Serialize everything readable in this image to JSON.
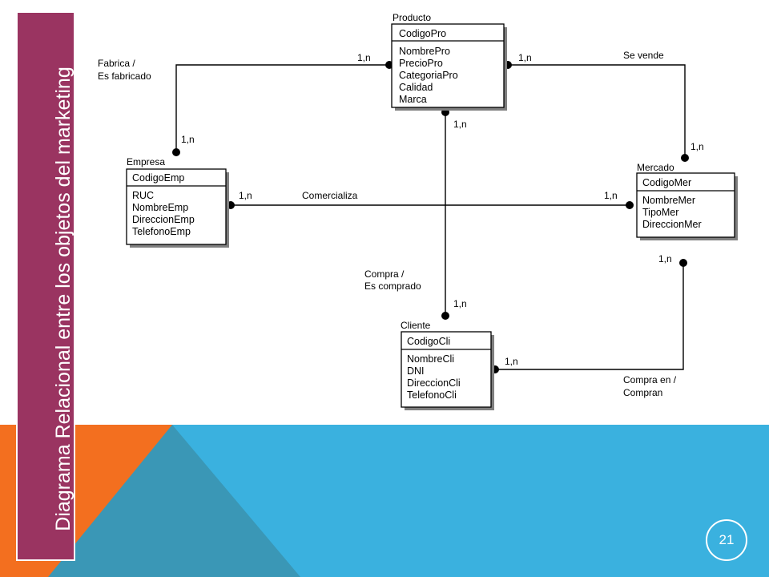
{
  "slide": {
    "title": "Diagrama Relacional entre los objetos del marketing",
    "page_number": "21",
    "colors": {
      "title_band": "#9a3461",
      "blue": "#3ab1df",
      "teal": "#3a97b6",
      "orange": "#f36f1f"
    }
  },
  "diagram": {
    "entities": {
      "producto": {
        "title": "Producto",
        "key": "CodigoPro",
        "fields": [
          "NombrePro",
          "PrecioPro",
          "CategoriaPro",
          "Calidad",
          "Marca"
        ]
      },
      "empresa": {
        "title": "Empresa",
        "key": "CodigoEmp",
        "fields": [
          "RUC",
          "NombreEmp",
          "DireccionEmp",
          "TelefonoEmp"
        ]
      },
      "mercado": {
        "title": "Mercado",
        "key": "CodigoMer",
        "fields": [
          "NombreMer",
          "TipoMer",
          "DireccionMer"
        ]
      },
      "cliente": {
        "title": "Cliente",
        "key": "CodigoCli",
        "fields": [
          "NombreCli",
          "DNI",
          "DireccionCli",
          "TelefonoCli"
        ]
      }
    },
    "relationships": {
      "fabrica": {
        "label_line1": "Fabrica /",
        "label_line2": "Es fabricado",
        "card_a": "1,n",
        "card_b": "1,n"
      },
      "se_vende": {
        "label": "Se vende",
        "card_a": "1,n",
        "card_b": "1,n"
      },
      "comercializa": {
        "label": "Comercializa",
        "card_a": "1,n",
        "card_b": "1,n"
      },
      "compra": {
        "label_line1": "Compra /",
        "label_line2": "Es comprado",
        "card_a": "1,n",
        "card_b": "1,n"
      },
      "compra_en": {
        "label_line1": "Compra en /",
        "label_line2": "Compran",
        "card_a": "1,n",
        "card_b": "1,n"
      }
    }
  }
}
